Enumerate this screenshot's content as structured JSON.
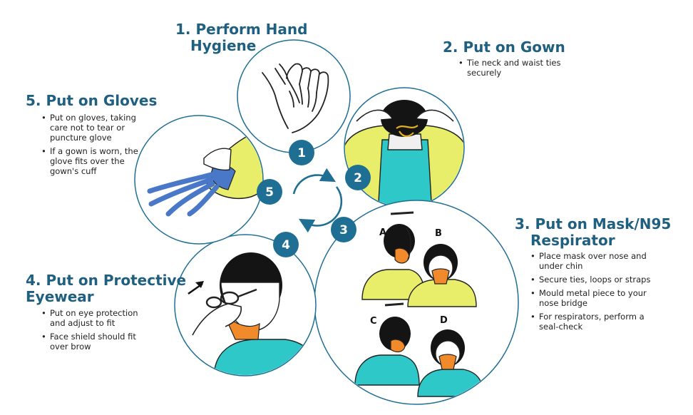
{
  "colors": {
    "accent": "#1f6f94",
    "title": "#1f5f7f",
    "gown_yellow": "#e8ee6a",
    "scrub_teal": "#2ec8c8",
    "mask_orange": "#f08a2a",
    "glove_blue": "#4a78c8"
  },
  "steps": [
    {
      "number": "1",
      "title_lines": [
        "1. Perform Hand",
        "Hygiene"
      ],
      "bullets": [],
      "icon": "hand-hygiene-icon"
    },
    {
      "number": "2",
      "title_lines": [
        "2. Put on Gown"
      ],
      "bullets": [
        "Tie neck and waist ties securely"
      ],
      "icon": "gown-tying-icon"
    },
    {
      "number": "3",
      "title_lines": [
        "3. Put on Mask/N95",
        "Respirator"
      ],
      "bullets": [
        "Place mask over nose and under chin",
        "Secure ties, loops or straps",
        "Mould metal piece to your nose bridge",
        "For respirators, perform a seal-check"
      ],
      "sub_labels": [
        "A",
        "B",
        "C",
        "D"
      ],
      "icon": "mask-respirator-icon"
    },
    {
      "number": "4",
      "title_lines": [
        "4. Put on Protective",
        "Eyewear"
      ],
      "bullets": [
        "Put on eye protection and adjust to fit",
        "Face shield should fit over brow"
      ],
      "icon": "eyewear-icon"
    },
    {
      "number": "5",
      "title_lines": [
        "5. Put on Gloves"
      ],
      "bullets": [
        "Put on gloves, taking care not to tear or puncture glove",
        "If a gown is worn, the glove fits over the gown's cuff"
      ],
      "icon": "gloves-icon"
    }
  ]
}
